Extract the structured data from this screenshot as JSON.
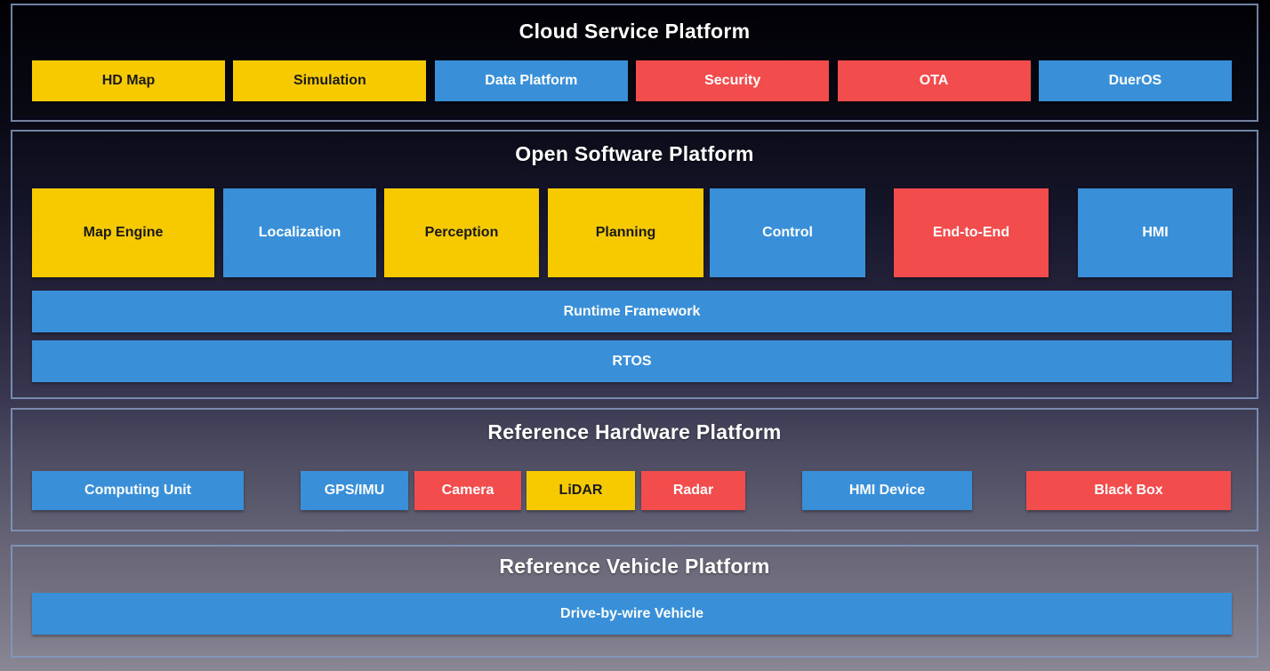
{
  "colors": {
    "yellow": "#f7ca00",
    "blue": "#3990d9",
    "red": "#f34c4c",
    "section_border": "#8499be",
    "title_text": "#ffffff",
    "background_top": "#000004",
    "background_bottom": "#8a8894"
  },
  "sections": {
    "cloud": {
      "title": "Cloud Service Platform",
      "items": [
        {
          "label": "HD Map",
          "color": "yellow"
        },
        {
          "label": "Simulation",
          "color": "yellow"
        },
        {
          "label": "Data Platform",
          "color": "blue"
        },
        {
          "label": "Security",
          "color": "red"
        },
        {
          "label": "OTA",
          "color": "red"
        },
        {
          "label": "DuerOS",
          "color": "blue"
        }
      ]
    },
    "software": {
      "title": "Open Software Platform",
      "modules": [
        {
          "label": "Map Engine",
          "color": "yellow"
        },
        {
          "label": "Localization",
          "color": "blue"
        },
        {
          "label": "Perception",
          "color": "yellow"
        },
        {
          "label": "Planning",
          "color": "yellow"
        },
        {
          "label": "Control",
          "color": "blue"
        },
        {
          "label": "End-to-End",
          "color": "red"
        },
        {
          "label": "HMI",
          "color": "blue"
        }
      ],
      "runtime": {
        "label": "Runtime Framework",
        "color": "blue"
      },
      "rtos": {
        "label": "RTOS",
        "color": "blue"
      }
    },
    "hardware": {
      "title": "Reference Hardware Platform",
      "items": [
        {
          "label": "Computing Unit",
          "color": "blue"
        },
        {
          "label": "GPS/IMU",
          "color": "blue"
        },
        {
          "label": "Camera",
          "color": "red"
        },
        {
          "label": "LiDAR",
          "color": "yellow"
        },
        {
          "label": "Radar",
          "color": "red"
        },
        {
          "label": "HMI Device",
          "color": "blue"
        },
        {
          "label": "Black Box",
          "color": "red"
        }
      ]
    },
    "vehicle": {
      "title": "Reference Vehicle Platform",
      "vehicle_bar": {
        "label": "Drive-by-wire Vehicle",
        "color": "blue"
      }
    }
  }
}
